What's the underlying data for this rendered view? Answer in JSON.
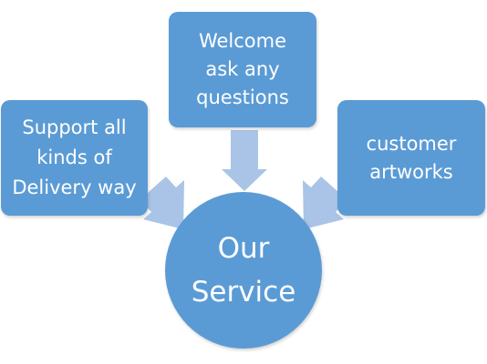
{
  "diagram": {
    "center": {
      "label": "Our\nService"
    },
    "boxes": {
      "welcome": {
        "label": "Welcome\nask any\nquestions"
      },
      "delivery": {
        "label": "Support all\nkinds of\nDelivery way"
      },
      "artworks": {
        "label": "customer\nartworks"
      }
    }
  },
  "colors": {
    "box_fill": "#5b9bd5",
    "arrow_fill": "#a9c4e6",
    "text": "#ffffff"
  }
}
